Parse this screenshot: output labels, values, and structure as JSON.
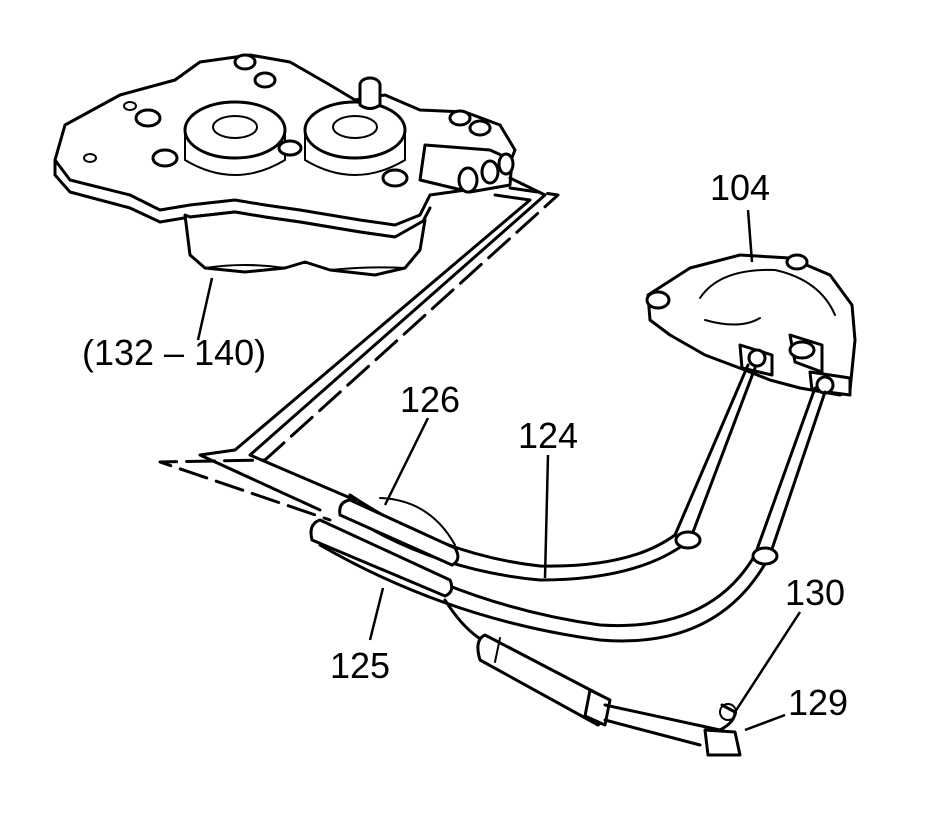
{
  "callouts": {
    "c104": "104",
    "c132_140": "(132 – 140)",
    "c126": "126",
    "c124": "124",
    "c125": "125",
    "c130": "130",
    "c129": "129"
  },
  "colors": {
    "line": "#000000",
    "background": "#ffffff"
  }
}
